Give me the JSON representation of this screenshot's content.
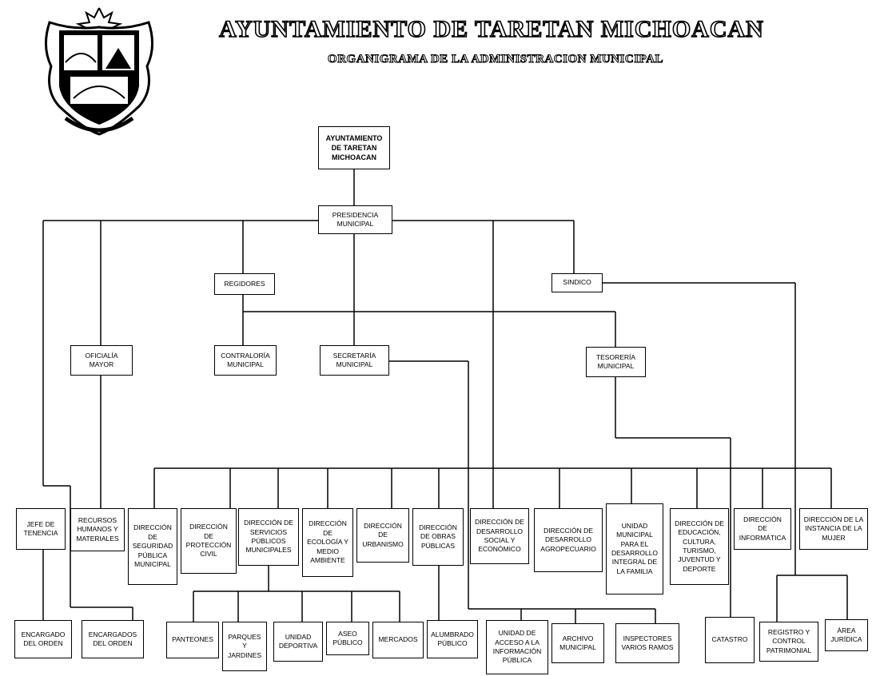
{
  "header": {
    "title": "AYUNTAMIENTO DE TARETAN MICHOACAN",
    "subtitle": "ORGANIGRAMA DE LA ADMINISTRACION MUNICIPAL"
  },
  "nodes": {
    "ayuntamiento": "AYUNTAMIENTO\nDE TARETAN\nMICHOACAN",
    "presidencia": "PRESIDENCIA\nMUNICIPAL",
    "regidores": "REGIDORES",
    "sindico": "SINDICO",
    "oficialia": "OFICIALÍA\nMAYOR",
    "contraloria": "CONTRALORÍA\nMUNICIPAL",
    "secretaria": "SECRETARÍA\nMUNICIPAL",
    "tesoreria": "TESORERÍA\nMUNICIPAL",
    "jefe_tenencia": "JEFE DE\nTENENCIA",
    "recursos_humanos": "RECURSOS\nHUMANOS Y\nMATERIALES",
    "dir_seguridad": "DIRECCIÓN\nDE\nSEGURIDAD\nPÚBLICA\nMUNICIPAL",
    "dir_proteccion": "DIRECCIÓN\nDE\nPROTECCIÓN\nCIVIL",
    "dir_servicios": "DIRECCIÓN DE\nSERVICIOS\nPÚBLICOS\nMUNICIPALES",
    "dir_ecologia": "DIRECCIÓN\nDE\nECOLOGÍA Y\nMEDIO\nAMBIENTE",
    "dir_urbanismo": "DIRECCIÓN\nDE\nURBANISMO",
    "dir_obras": "DIRECCIÓN\nDE OBRAS\nPÚBLICAS",
    "dir_desarrollo_social": "DIRECCIÓN DE\nDESARROLLO\nSOCIAL Y\nECONÓMICO",
    "dir_agropecuario": "DIRECCIÓN DE\nDESARROLLO\nAGROPECUARIO",
    "unidad_familia": "UNIDAD\nMUNICIPAL\nPARA EL\nDESARROLLO\nINTEGRAL DE\nLA FAMILIA",
    "dir_educacion": "DIRECCIÓN DE\nEDUCACIÓN,\nCULTURA,\nTURISMO,\nJUVENTUD Y\nDEPORTE",
    "dir_informatica": "DIRECCIÓN\nDE\nINFORMÁTICA",
    "dir_mujer": "DIRECCIÓN DE LA\nINSTANCIA DE LA\nMUJER",
    "encargado_orden": "ENCARGADO\nDEL ORDEN",
    "encargados_orden": "ENCARGADOS\nDEL ORDEN",
    "panteones": "PANTEONES",
    "parques": "PARQUES\nY\nJARDINES",
    "unidad_deportiva": "UNIDAD\nDEPORTIVA",
    "aseo": "ASEO\nPÚBLICO",
    "mercados": "MERCADOS",
    "alumbrado": "ALUMBRADO\nPÚBLICO",
    "unidad_acceso": "UNIDAD DE\nACCESO A LA\nINFORMACIÓN\nPÚBLICA",
    "archivo": "ARCHIVO\nMUNICIPAL",
    "inspectores": "INSPECTORES\nVARIOS RAMOS",
    "catastro": "CATASTRO",
    "registro": "REGISTRO Y\nCONTROL\nPATRIMONIAL",
    "juridica": "ÁREA\nJURÍDICA"
  },
  "colors": {
    "line": "#000000",
    "box_border": "#000000",
    "background": "#ffffff"
  }
}
